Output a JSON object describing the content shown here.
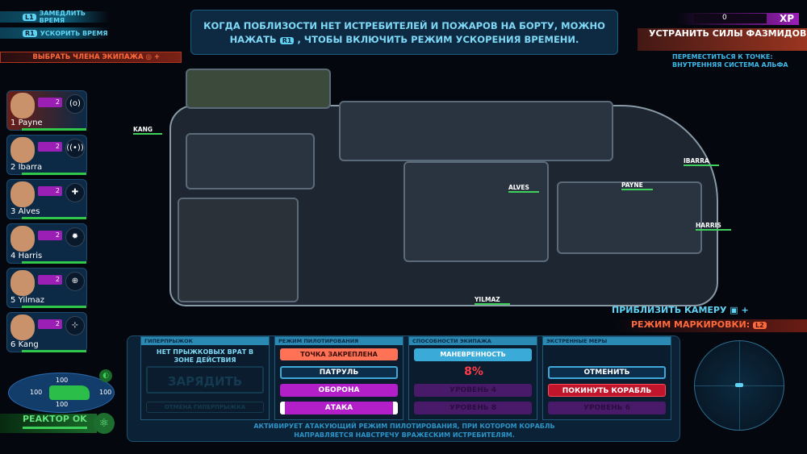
{
  "hints": {
    "slow": "ЗАМЕДЛИТЬ ВРЕМЯ",
    "slow_key": "L1",
    "fast": "УСКОРИТЬ ВРЕМЯ",
    "fast_key": "R1",
    "select_crew": "ВЫБРАТЬ ЧЛЕНА ЭКИПАЖА"
  },
  "banner": {
    "line1": "КОГДА ПОБЛИЗОСТИ НЕТ ИСТРЕБИТЕЛЕЙ И ПОЖАРОВ НА БОРТУ, МОЖНО",
    "line2a": "НАЖАТЬ",
    "key": "R1",
    "line2b": ", ЧТОБЫ ВКЛЮЧИТЬ РЕЖИМ УСКОРЕНИЯ ВРЕМЕНИ."
  },
  "xp": {
    "value": "0",
    "label": "XP"
  },
  "objective": {
    "title": "УСТРАНИТЬ СИЛЫ ФАЗМИДОВ",
    "sub": "ПЕРЕМЕСТИТЬСЯ К ТОЧКЕ: ВНУТРЕННЯЯ СИСТЕМА АЛЬФА"
  },
  "crew": [
    {
      "num": "1",
      "name": "Payne",
      "level": "2",
      "icon": "shield-icon",
      "glyph": "(o)"
    },
    {
      "num": "2",
      "name": "Ibarra",
      "level": "2",
      "icon": "signal-icon",
      "glyph": "((•))"
    },
    {
      "num": "3",
      "name": "Alves",
      "level": "2",
      "icon": "wrench-icon",
      "glyph": "✚"
    },
    {
      "num": "4",
      "name": "Harris",
      "level": "2",
      "icon": "gear-icon",
      "glyph": "✹"
    },
    {
      "num": "5",
      "name": "Yilmaz",
      "level": "2",
      "icon": "crosshair-icon",
      "glyph": "⊕"
    },
    {
      "num": "6",
      "name": "Kang",
      "level": "2",
      "icon": "target-icon",
      "glyph": "⊹"
    }
  ],
  "map_tags": {
    "kang": "KANG",
    "alves": "ALVES",
    "payne": "PAYNE",
    "ibarra": "IBARRA",
    "harris": "HARRIS",
    "yilmaz": "YILMAZ"
  },
  "camera": {
    "zoom": "ПРИБЛИЗИТЬ КАМЕРУ",
    "mark": "РЕЖИМ МАРКИРОВКИ:",
    "mark_key": "L2"
  },
  "shields": {
    "top": "100",
    "left": "100",
    "right": "100",
    "bottom": "100"
  },
  "reactor": {
    "label": "РЕАКТОР OK"
  },
  "hyperjump": {
    "title": "ГИПЕРПРЫЖОК",
    "status": "НЕТ ПРЫЖКОВЫХ ВРАТ В ЗОНЕ ДЕЙСТВИЯ",
    "charge": "ЗАРЯДИТЬ",
    "cancel": "ОТМЕНА ГИПЕРПРЫЖКА"
  },
  "piloting": {
    "title": "РЕЖИМ ПИЛОТИРОВАНИЯ",
    "anchored": "ТОЧКА ЗАКРЕПЛЕНА",
    "patrol": "ПАТРУЛЬ",
    "defense": "ОБОРОНА",
    "attack": "АТАКА"
  },
  "crew_abilities": {
    "title": "СПОСОБНОСТИ ЭКИПАЖА",
    "ability": "МАНЕВРЕННОСТЬ",
    "percent": "8%",
    "lvl4": "УРОВЕНЬ 4",
    "lvl8": "УРОВЕНЬ 8"
  },
  "emergency": {
    "title": "ЭКСТРЕННЫЕ МЕРЫ",
    "cancel": "ОТМЕНИТЬ",
    "abandon": "ПОКИНУТЬ КОРАБЛЬ",
    "lvl6": "УРОВЕНЬ 6"
  },
  "description": "АКТИВИРУЕТ АТАКУЮЩИЙ РЕЖИМ ПИЛОТИРОВАНИЯ, ПРИ КОТОРОМ КОРАБЛЬ НАПРАВЛЯЕТСЯ НАВСТРЕЧУ ВРАЖЕСКИМ ИСТРЕБИТЕЛЯМ.",
  "colors": {
    "accent": "#5fd3f3",
    "attack": "#b21fc8",
    "danger": "#c0152a",
    "ok": "#3fcf5b"
  }
}
